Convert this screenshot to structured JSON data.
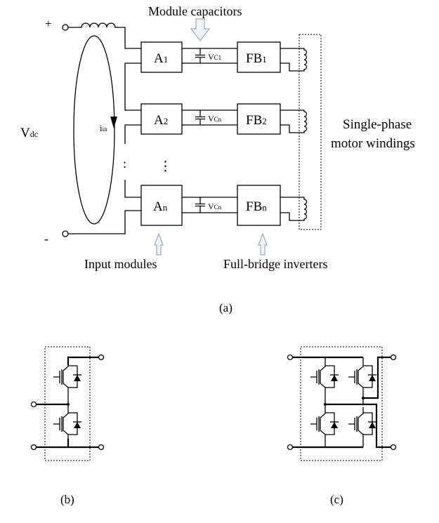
{
  "labels": {
    "plus": "+",
    "minus": "-",
    "vdc_main": "V",
    "vdc_sub": "dc",
    "iin_main": "i",
    "iin_sub": "in",
    "module_capacitors": "Module capacitors",
    "input_modules": "Input modules",
    "full_bridge_inverters": "Full-bridge inverters",
    "windings_line1": "Single-phase",
    "windings_line2": "motor windings",
    "caption_a": "(a)",
    "caption_b": "(b)",
    "caption_c": "(c)"
  },
  "rows": [
    {
      "a_main": "A",
      "a_sub": "1",
      "v_main": "V",
      "v_sub": "C1",
      "fb_main": "FB",
      "fb_sub": "1"
    },
    {
      "a_main": "A",
      "a_sub": "2",
      "v_main": "V",
      "v_sub": "Cn",
      "fb_main": "FB",
      "fb_sub": "2"
    },
    {
      "a_main": "A",
      "a_sub": "n",
      "v_main": "V",
      "v_sub": "Cn",
      "fb_main": "FB",
      "fb_sub": "n"
    }
  ],
  "ellipsis": {
    "left": ":",
    "mid": "⋮"
  },
  "colors": {
    "line": "#000000",
    "arrow_fill": "#eef2f7",
    "arrow_stroke": "#8f9aa8"
  }
}
